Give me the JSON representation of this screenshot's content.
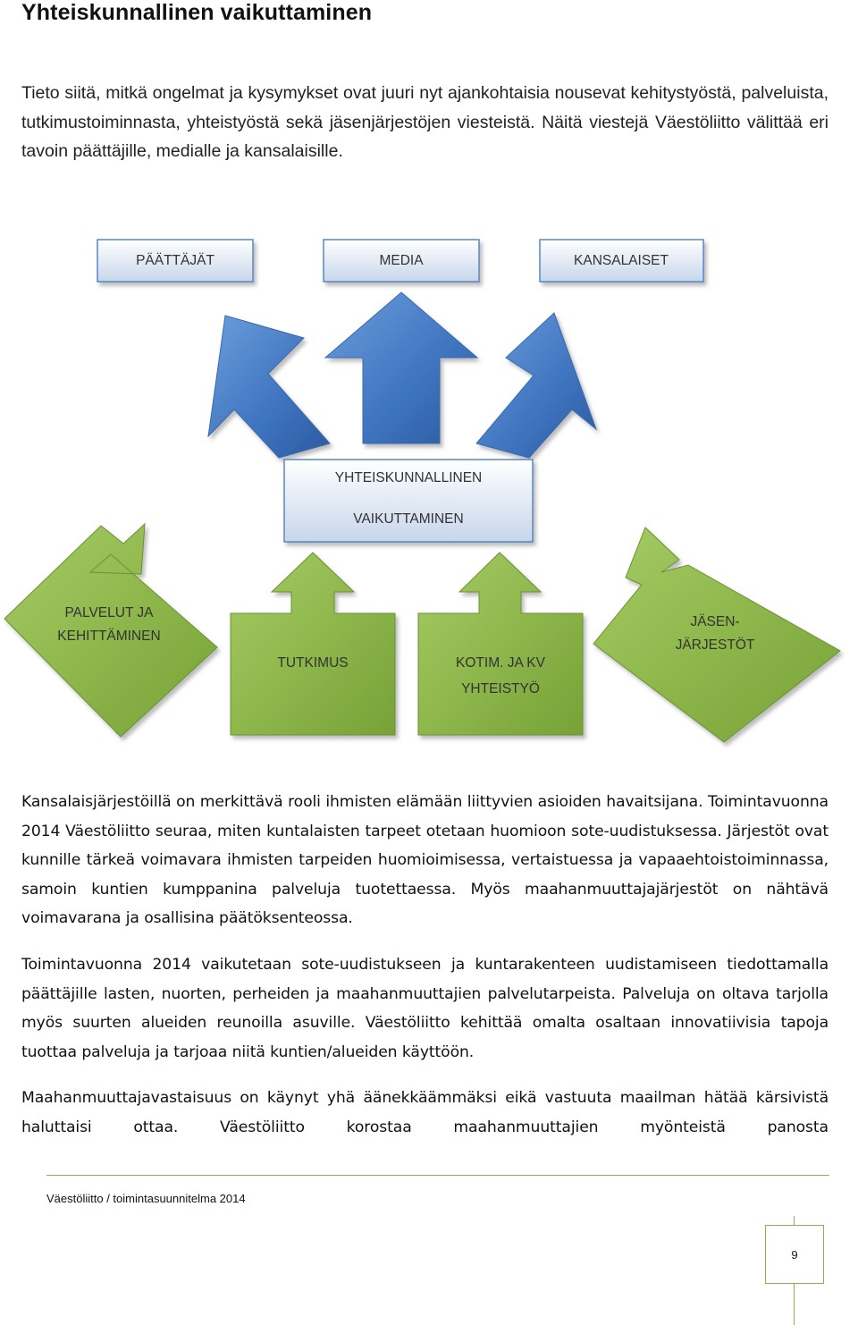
{
  "heading": "Yhteiskunnallinen vaikuttaminen",
  "intro": "Tieto siitä, mitkä ongelmat ja kysymykset ovat juuri nyt ajankohtaisia nousevat kehitystyöstä, palveluista, tutkimustoiminnasta, yhteistyöstä sekä jäsenjärjestöjen viesteistä. Näitä viestejä Väestöliitto välittää eri tavoin päättäjille, medialle ja kansalaisille.",
  "diagram": {
    "targets": [
      "PÄÄTTÄJÄT",
      "MEDIA",
      "KANSALAISET"
    ],
    "center": [
      "YHTEISKUNNALLINEN",
      "VAIKUTTAMINEN"
    ],
    "sources": {
      "palvelut": [
        "PALVELUT JA",
        "KEHITTÄMINEN"
      ],
      "tutkimus": "TUTKIMUS",
      "kotim": [
        "KOTIM. JA KV",
        "YHTEISTYÖ"
      ],
      "jasen": [
        "JÄSEN-",
        "JÄRJESTÖT"
      ]
    },
    "colors": {
      "blue_arrow": "#5b8fd0",
      "blue_box": "#d6e2f1",
      "green": "#8fb84a"
    }
  },
  "paragraphs": {
    "p2": "Kansalaisjärjestöillä on merkittävä rooli ihmisten elämään liittyvien asioiden havaitsijana. Toimintavuonna 2014 Väestöliitto seuraa, miten kuntalaisten tarpeet otetaan huomioon sote-uudistuksessa. Järjestöt ovat kunnille tärkeä voimavara ihmisten tarpeiden huomioimisessa, vertaistuessa ja vapaaehtoistoiminnassa, samoin kuntien kumppanina palveluja tuotettaessa. Myös maahanmuuttajajärjestöt on nähtävä voimavarana ja osallisina päätöksenteossa.",
    "p3": "Toimintavuonna 2014 vaikutetaan sote-uudistukseen ja kuntarakenteen uudistamiseen tiedottamalla päättäjille lasten, nuorten, perheiden ja maahanmuuttajien palvelutarpeista. Palveluja on oltava tarjolla myös suurten alueiden reunoilla asuville. Väestöliitto kehittää omalta osaltaan innovatiivisia tapoja tuottaa palveluja ja tarjoaa niitä kuntien/alueiden käyttöön.",
    "p4": "Maahanmuuttajavastaisuus on käynyt yhä äänekkäämmäksi eikä vastuuta maailman hätää kärsivistä haluttaisi ottaa. Väestöliitto korostaa maahanmuuttajien myönteistä panosta"
  },
  "footer": {
    "doc_title": "Väestöliitto / toimintasuunnitelma 2014",
    "page_number": "9"
  }
}
